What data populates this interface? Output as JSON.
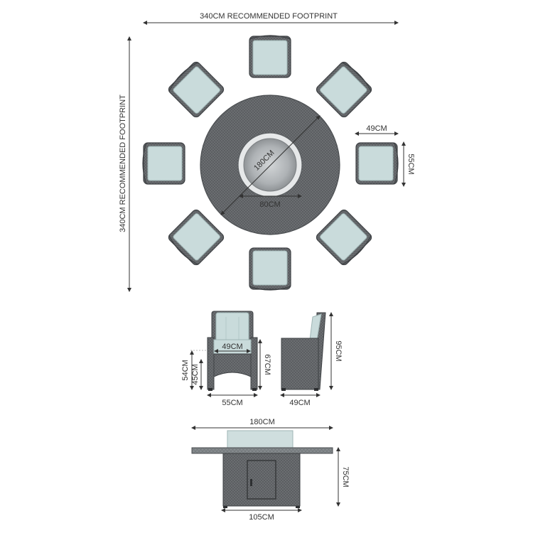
{
  "footprint": {
    "width_label": "340CM RECOMMENDED FOOTPRINT",
    "height_label": "340CM RECOMMENDED FOOTPRINT"
  },
  "top_view": {
    "table_diameter_label": "180CM",
    "burner_diameter_label": "80CM",
    "chair_width_label": "49CM",
    "chair_depth_label": "55CM"
  },
  "chair_front": {
    "seat_width_label": "49CM",
    "overall_width_label": "55CM",
    "armrest_height_label": "67CM",
    "arm_height_label": "54CM",
    "seat_height_label": "45CM"
  },
  "chair_side": {
    "height_label": "95CM",
    "depth_label": "49CM"
  },
  "table_side": {
    "width_label": "180CM",
    "base_width_label": "105CM",
    "height_label": "75CM"
  },
  "colors": {
    "wicker_dark": "#5a5d60",
    "wicker_mid": "#7d8083",
    "cushion": "#c9dbdb",
    "cushion_edge": "#9fb5b5",
    "table_top": "#7b7f82",
    "burner_ring": "#e6e8e9",
    "burner_glass": "#b9bdc0"
  }
}
